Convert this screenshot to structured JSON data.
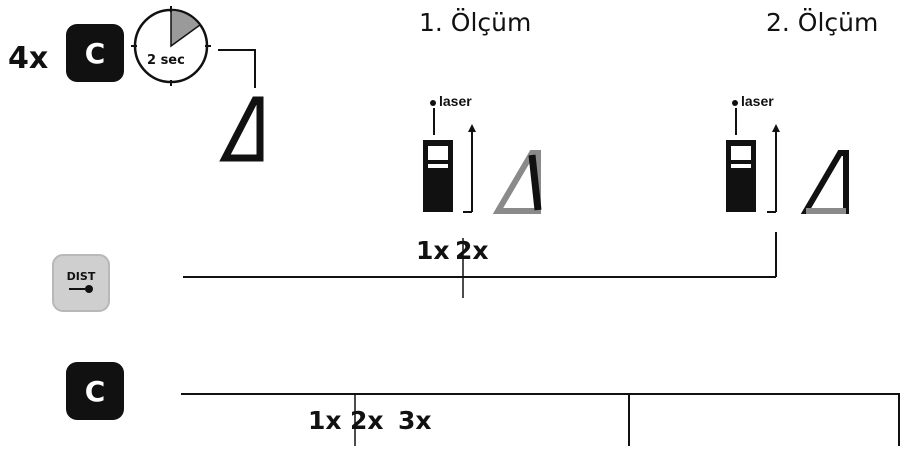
{
  "step1": {
    "repeat_label": "4x",
    "key_label": "C",
    "timer_label": "2 sec",
    "timer_icon": "stopwatch-icon",
    "mode_icon": "triangle-area-icon"
  },
  "measurement1": {
    "title": "1. Ölçüm",
    "laser_label": "laser",
    "device_icon": "distance-meter-icon",
    "mode_icon": "triangle-area-icon"
  },
  "measurement2": {
    "title": "2. Ölçüm",
    "laser_label": "laser",
    "device_icon": "distance-meter-icon",
    "mode_icon": "triangle-area-icon"
  },
  "dist_row": {
    "key_label": "DIST",
    "key_icon": "laser-arrow-icon",
    "press_label_1": "1x",
    "press_label_2": "2x"
  },
  "clear_row": {
    "key_label": "C",
    "press_labels": [
      "1x",
      "2x",
      "3x"
    ]
  }
}
